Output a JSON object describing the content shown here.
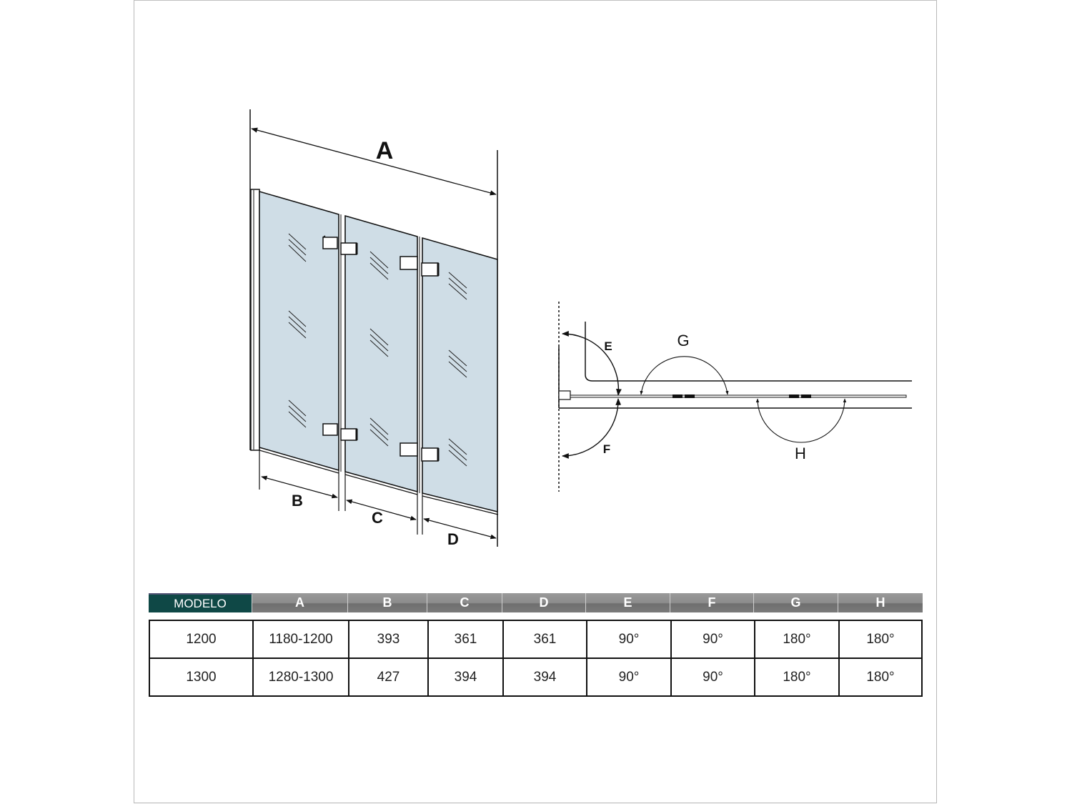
{
  "front_view": {
    "dimension_labels": {
      "overall_width": "A",
      "panel_1_width": "B",
      "panel_2_width": "C",
      "panel_3_width": "D"
    },
    "panel_count": 3,
    "glass_color": "#cfdde6"
  },
  "top_view": {
    "angle_labels": {
      "outward_swing": "E",
      "inward_swing": "F",
      "hinge_1_fold": "G",
      "hinge_2_fold": "H"
    }
  },
  "spec_table": {
    "header_color": "#0f4846",
    "columns": [
      "MODELO",
      "A",
      "B",
      "C",
      "D",
      "E",
      "F",
      "G",
      "H"
    ],
    "rows": [
      {
        "cells": [
          "1200",
          "1180-1200",
          "393",
          "361",
          "361",
          "90°",
          "90°",
          "180°",
          "180°"
        ]
      },
      {
        "cells": [
          "1300",
          "1280-1300",
          "427",
          "394",
          "394",
          "90°",
          "90°",
          "180°",
          "180°"
        ]
      }
    ]
  }
}
